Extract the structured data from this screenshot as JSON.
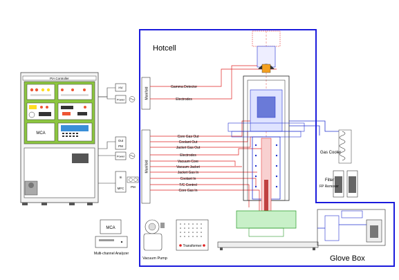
{
  "hotcell": {
    "title": "Hotcell",
    "frame_color": "#1a1adc"
  },
  "glove_box": {
    "title": "Glove Box"
  },
  "controller": {
    "title": "PIA Controller",
    "mca": "MCA",
    "panel_color": "#8cc63f"
  },
  "manifolds": {
    "upper": "Manifold",
    "lower": "Manifold"
  },
  "boxes": {
    "hv": "HV",
    "power": "Power",
    "out": "Out",
    "pm_top": "PM",
    "in": "In",
    "mfc": "MFC",
    "pm_bottom": "PM"
  },
  "signals": {
    "gamma_detector": "Gamma Detector",
    "electrodes_upper": "Electrodes",
    "core_gas_out": "Core Gas Out",
    "coolant_out": "Coolant Out",
    "jacket_gas_out": "Jacket Gas Out",
    "electrodes_lower": "Electrodes",
    "vacuum_core": "Vacuum Core",
    "vacuum_jacket": "Vacuum Jacket",
    "jacket_gas_in": "Jacket Gas In",
    "coolant_in": "Coolant In",
    "tc_control": "T/C Control",
    "core_gas_in": "Core Gas In"
  },
  "equipment": {
    "gas_cooler": "Gas Cooler",
    "filter": "Filter",
    "fp_remover": "FP Remover",
    "mca_box": "MCA",
    "mca_caption": "Multi-channel Analyzer",
    "vacuum_pump": "Vacuum Pump",
    "transformer": "Transformer"
  },
  "colors": {
    "signal_line": "#e02020",
    "apparatus": "#2030d0",
    "glovebox_blue": "#1a1adc"
  }
}
